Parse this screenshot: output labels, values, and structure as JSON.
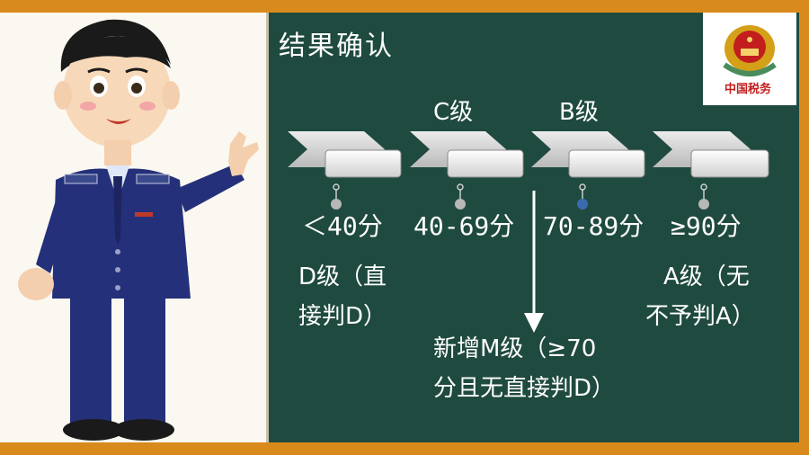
{
  "board": {
    "title": "结果确认",
    "logo_text": "中国税务",
    "levels": [
      {
        "label": "",
        "range": "＜40分",
        "pin_color": "#b8b8b8"
      },
      {
        "label": "C级",
        "range": "40-69分",
        "pin_color": "#b8b8b8"
      },
      {
        "label": "B级",
        "range": "70-89分",
        "pin_color": "#3c6ab0"
      },
      {
        "label": "",
        "range": "≥90分",
        "pin_color": "#b8b8b8"
      }
    ],
    "note_d_line1": "D级（直",
    "note_d_line2": "接判D）",
    "note_a_line1": "A级（无",
    "note_a_line2": "不予判A）",
    "note_m_line1": "新增M级（≥70",
    "note_m_line2": "分且无直接判D）"
  },
  "colors": {
    "board": "#1f4a40",
    "frame": "#d98a1c",
    "arrow": "#ffffff"
  }
}
